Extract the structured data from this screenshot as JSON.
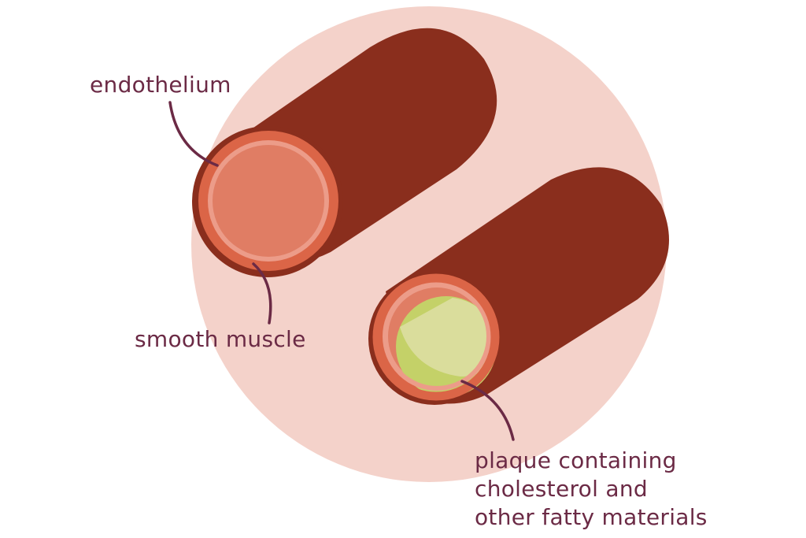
{
  "diagram": {
    "title": "",
    "colors": {
      "background_circle": "#f4d2ca",
      "vessel_wall_dark": "#8a2e1d",
      "vessel_outer_ring": "#db6547",
      "endothelium_ring": "#ec9c89",
      "lumen": "#e07d64",
      "plaque_light": "#dadd9c",
      "plaque_dark": "#c4d168",
      "label_text": "#6b2a45",
      "leader_line": "#6b2a45"
    },
    "vessels": [
      {
        "name": "healthy-artery",
        "has_plaque": false
      },
      {
        "name": "narrowed-artery",
        "has_plaque": true
      }
    ],
    "labels": {
      "endothelium": "endothelium",
      "smooth_muscle": "smooth muscle",
      "plaque_lines": [
        "plaque containing",
        "cholesterol and",
        "other fatty materials"
      ]
    }
  }
}
